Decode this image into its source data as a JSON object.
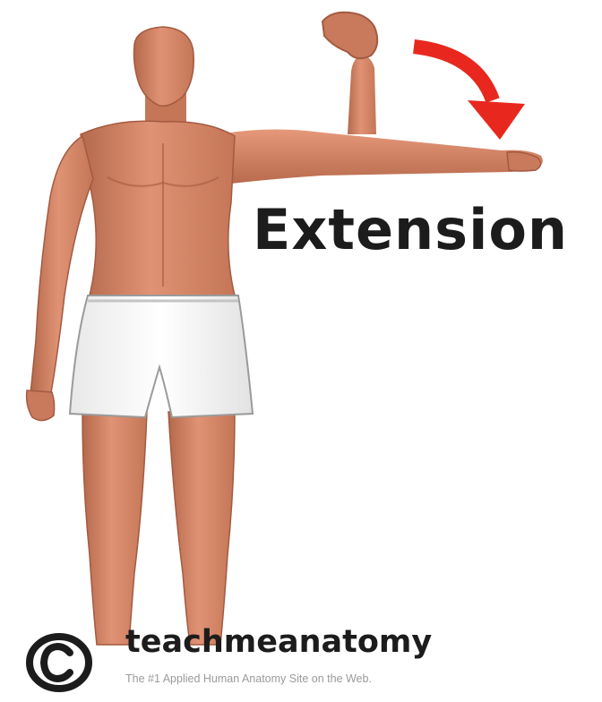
{
  "label": {
    "movement": "Extension"
  },
  "brand": {
    "name": "teachmeanatomy",
    "tagline": "The #1 Applied Human Anatomy Site on the Web.",
    "copyright_symbol": "©"
  },
  "colors": {
    "skin": "#d98a6a",
    "skin_shadow": "#b5694c",
    "shorts": "#f3f3f3",
    "arrow": "#e8281e",
    "text": "#1c1c1c"
  }
}
